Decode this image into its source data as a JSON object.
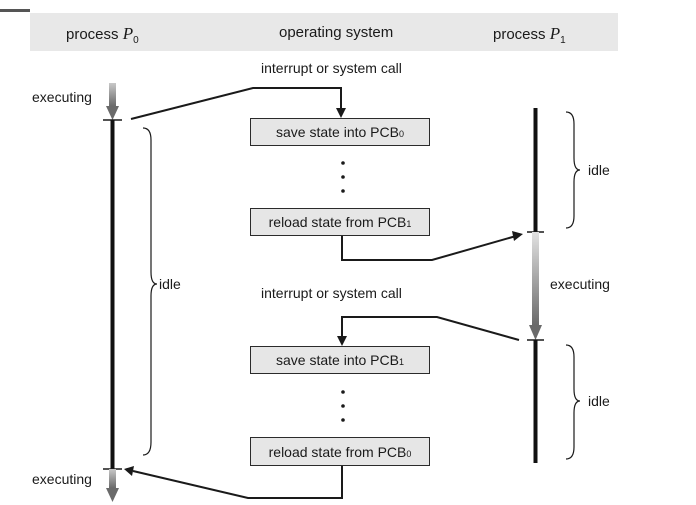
{
  "columns": {
    "p0": {
      "word": "process",
      "name": "P",
      "sub": "0"
    },
    "os": {
      "label": "operating system"
    },
    "p1": {
      "word": "process",
      "name": "P",
      "sub": "1"
    }
  },
  "os_flow": {
    "first_trigger": "interrupt or system call",
    "save_pcb0": {
      "text": "save state into PCB",
      "sub": "0"
    },
    "reload_pcb1": {
      "text": "reload state from PCB",
      "sub": "1"
    },
    "second_trigger": "interrupt or system call",
    "save_pcb1": {
      "text": "save state into PCB",
      "sub": "1"
    },
    "reload_pcb0": {
      "text": "reload state from PCB",
      "sub": "0"
    }
  },
  "p0_states": {
    "executing_top": "executing",
    "idle": "idle",
    "executing_bottom": "executing"
  },
  "p1_states": {
    "idle_top": "idle",
    "executing": "executing",
    "idle_bottom": "idle"
  },
  "colors": {
    "header_band": "#e8e8e8",
    "box_fill": "#e6e6e6",
    "line": "#1a1a1a"
  }
}
